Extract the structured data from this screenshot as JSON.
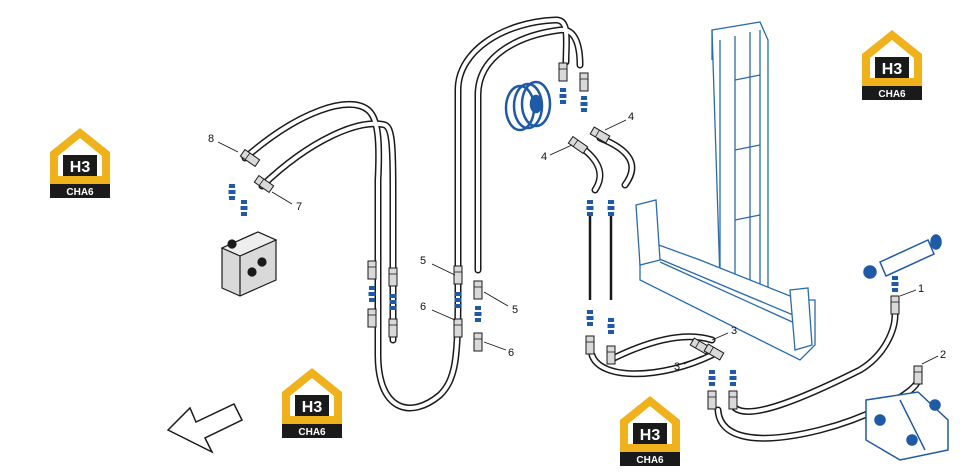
{
  "diagram": {
    "callouts": [
      "1",
      "2",
      "3",
      "3",
      "4",
      "4",
      "5",
      "5",
      "6",
      "6",
      "7",
      "8"
    ]
  },
  "watermark": {
    "brand_top": "H3",
    "brand_bottom": "CHA6",
    "colors": {
      "yellow": "#f0b21c",
      "dark": "#1a1a1a",
      "white": "#ffffff"
    }
  },
  "colors": {
    "hose": "#1a1a1a",
    "blue_parts": "#1f5aa6",
    "frame_line": "#2a6ab0",
    "fitting_fill": "#d9d9d9"
  }
}
